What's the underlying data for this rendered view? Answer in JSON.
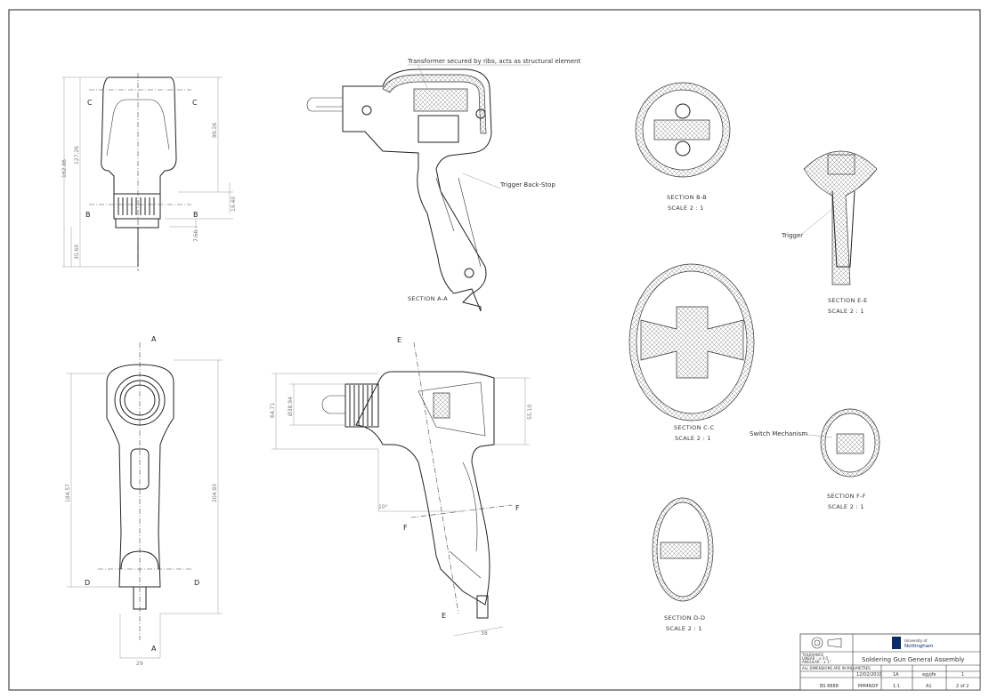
{
  "annotations": {
    "transformer": "Transformer secured by ribs, acts as structural element",
    "trigger_backstop": "Trigger Back-Stop",
    "trigger": "Trigger",
    "switch": "Switch Mechanism"
  },
  "sections": {
    "aa": "SECTION A-A",
    "bb": "SECTION B-B",
    "cc": "SECTION C-C",
    "dd": "SECTION D-D",
    "ee": "SECTION E-E",
    "ff": "SECTION F-F",
    "scale": "SCALE 2 : 1"
  },
  "letters": {
    "a": "A",
    "b": "B",
    "c": "C",
    "d": "D",
    "e": "E",
    "f": "F"
  },
  "dimensions": {
    "top_162": "162.86",
    "top_127": "127.26",
    "top_99": "99.26",
    "top_19": "19.40",
    "top_35": "35.60",
    "top_7": "7.50",
    "front_184": "184.57",
    "front_204": "204.93",
    "front_29": "29",
    "side_64": "64.71",
    "side_dia": "Ø38.94",
    "side_55": "55.10",
    "side_angle": "10°",
    "side_38": "38"
  },
  "title_block": {
    "logo_line1": "University of",
    "logo_line2": "Nottingham",
    "tolerance": "TOLERANCE",
    "linear": "LINEAR : ± 0.5",
    "angular": "ANGULAR : ± 1°",
    "title": "Soldering Gun General Assembly",
    "units": "ALL DIMENSIONS ARE IN MILLIMETRES",
    "standard": "BS 8888",
    "date": "12/02/2010",
    "revision": "1A",
    "drawn_by": "egyjfe",
    "sheet_no": "1",
    "drawing_no": "MM4NDP",
    "scale": "1:1",
    "size": "A1",
    "sheet": "2 of 2"
  }
}
